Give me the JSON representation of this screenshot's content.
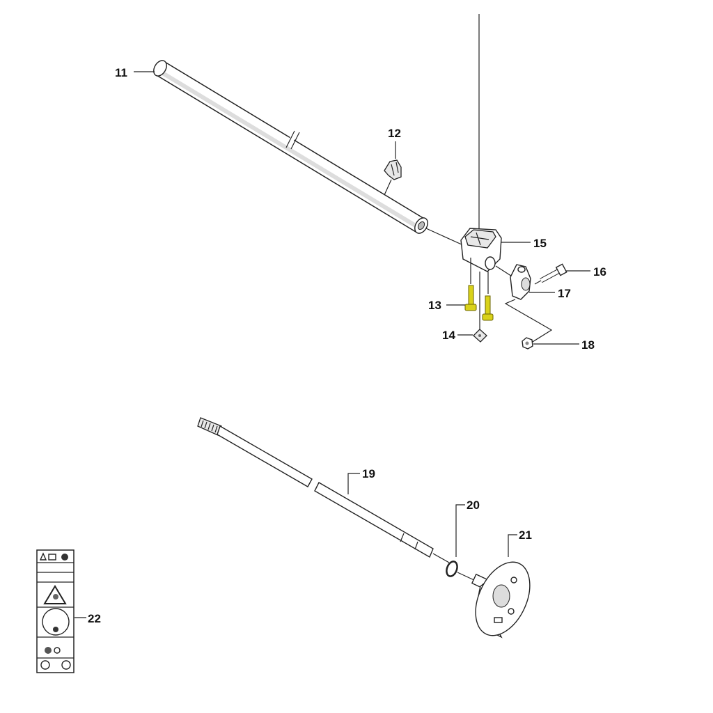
{
  "diagram": {
    "type": "exploded parts diagram",
    "callouts": [
      {
        "id": "11",
        "label": "11"
      },
      {
        "id": "12",
        "label": "12"
      },
      {
        "id": "13",
        "label": "13"
      },
      {
        "id": "14",
        "label": "14"
      },
      {
        "id": "15",
        "label": "15"
      },
      {
        "id": "16",
        "label": "16"
      },
      {
        "id": "17",
        "label": "17"
      },
      {
        "id": "18",
        "label": "18"
      },
      {
        "id": "19",
        "label": "19"
      },
      {
        "id": "20",
        "label": "20"
      },
      {
        "id": "21",
        "label": "21"
      },
      {
        "id": "22",
        "label": "22"
      }
    ],
    "highlight_color": "#d9d21a"
  }
}
